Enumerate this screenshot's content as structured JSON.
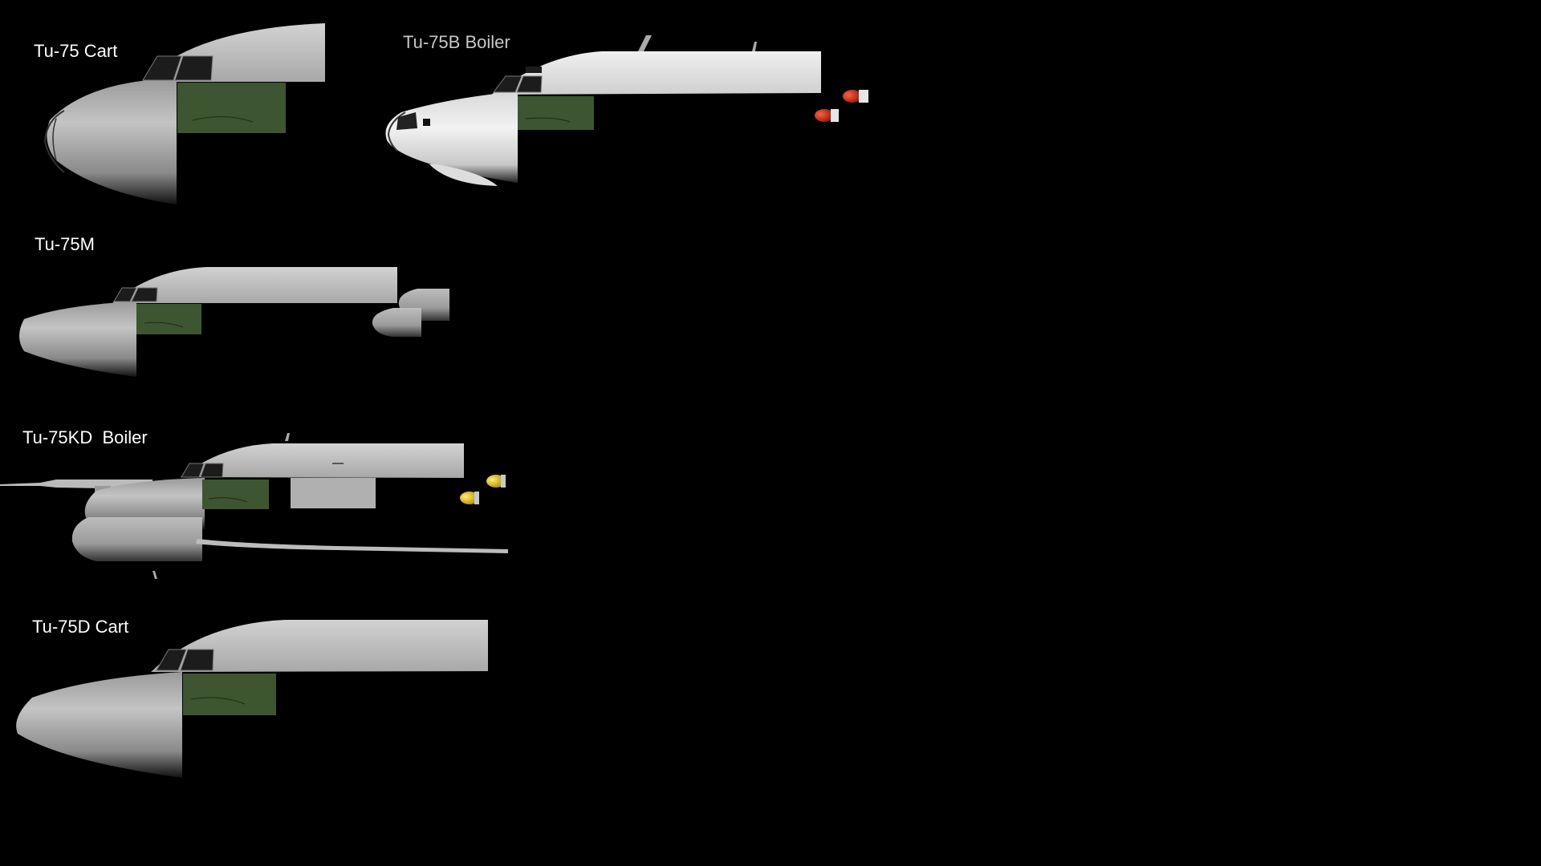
{
  "labels": {
    "tu75_cart": "Tu-75 Cart",
    "tu75b_boiler": "Tu-75B Boiler",
    "tu75m": "Tu-75M",
    "tu75kd_boiler": "Tu-75KD  Boiler",
    "tu75d_cart": "Tu-75D Cart"
  },
  "colors": {
    "background": "#000000",
    "label_white": "#ffffff",
    "label_grey": "#c8c8c8",
    "fuselage_light": "#e8e8e8",
    "fuselage_mid": "#b4b4b4",
    "panel_green": "#3d5530",
    "window": "#1c1c1c",
    "pod_red": "#c8321e",
    "pod_yellow": "#e6c81e"
  }
}
